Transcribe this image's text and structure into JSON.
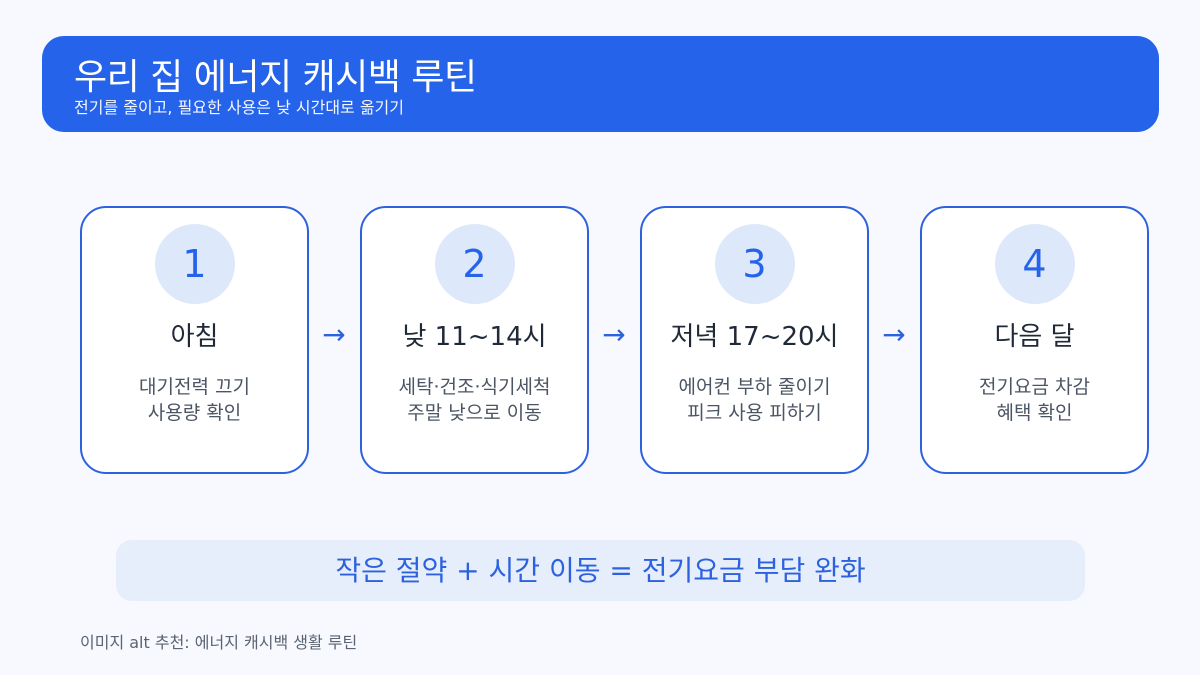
{
  "header": {
    "title": "우리 집 에너지 캐시백 루틴",
    "subtitle": "전기를 줄이고, 필요한 사용은 낮 시간대로 옮기기"
  },
  "steps": [
    {
      "number": "1",
      "title": "아침",
      "line1": "대기전력 끄기",
      "line2": "사용량 확인"
    },
    {
      "number": "2",
      "title": "낮 11~14시",
      "line1": "세탁·건조·식기세척",
      "line2": "주말 낮으로 이동"
    },
    {
      "number": "3",
      "title": "저녁 17~20시",
      "line1": "에어컨 부하 줄이기",
      "line2": "피크 사용 피하기"
    },
    {
      "number": "4",
      "title": "다음 달",
      "line1": "전기요금 차감",
      "line2": "혜택 확인"
    }
  ],
  "arrows": [
    "→",
    "→",
    "→"
  ],
  "summary": "작은 절약 + 시간 이동 = 전기요금 부담 완화",
  "alt_note": "이미지 alt 추천: 에너지 캐시백 생활 루틴",
  "colors": {
    "primary": "#2563eb",
    "circle_bg": "#dde8fb",
    "summary_bg": "#e6edfb",
    "page_bg": "#f7f9fe"
  }
}
